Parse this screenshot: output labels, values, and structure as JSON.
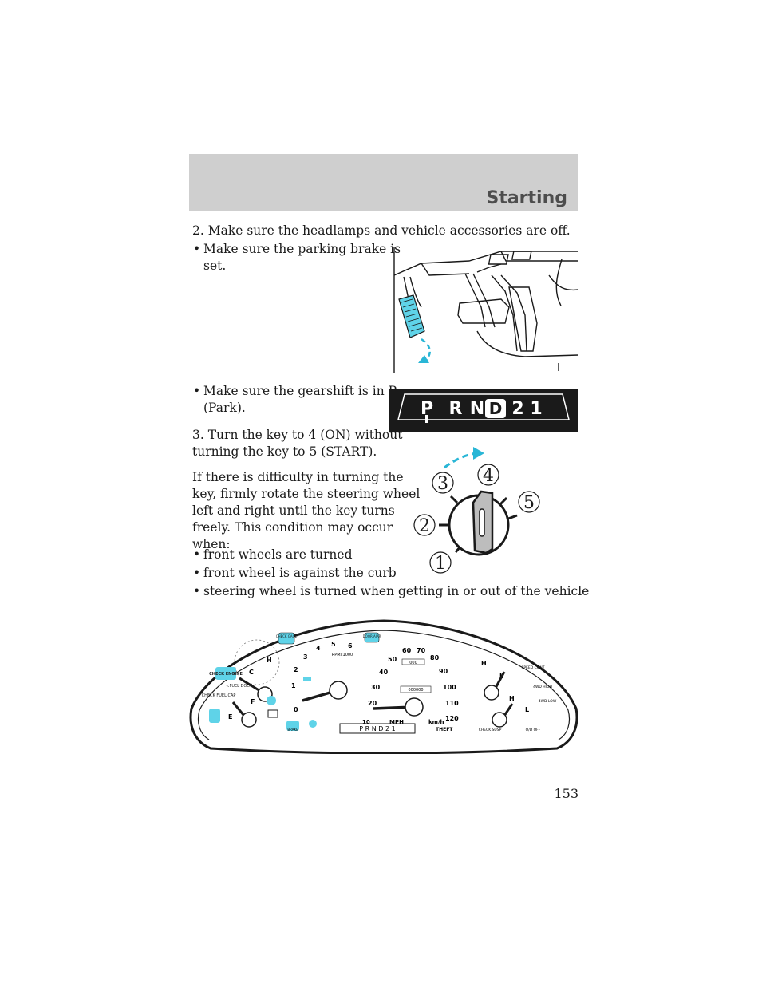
{
  "header": {
    "section_title": "Starting"
  },
  "steps": {
    "step2": "2. Make sure the headlamps and vehicle accessories are off.",
    "bullet_brake_l1": "Make sure the parking brake is",
    "bullet_brake_l2": "set.",
    "bullet_gear_l1": "Make sure the gearshift is in P",
    "bullet_gear_l2": "(Park).",
    "step3_l1": "3. Turn the key to 4 (ON) without",
    "step3_l2": "turning the key to 5 (START).",
    "difficulty_l1": "If there is difficulty in turning the",
    "difficulty_l2": "key, firmly rotate the steering wheel",
    "difficulty_l3": "left and right until the key turns",
    "difficulty_l4": "freely. This condition may occur",
    "difficulty_l5": "when:",
    "cond1": "front wheels are turned",
    "cond2": "front wheel is against the curb",
    "cond3": "steering wheel is turned when getting in or out of the vehicle"
  },
  "gear_indicator": {
    "p": "P",
    "r": "R",
    "n": "N",
    "d": "D",
    "two": "2",
    "one": "1"
  },
  "ignition": {
    "pos1": "1",
    "pos2": "2",
    "pos3": "3",
    "pos4": "4",
    "pos5": "5"
  },
  "cluster": {
    "check_gage": "CHECK GAGE",
    "door_ajar": "DOOR AJAR",
    "check_engine": "CHECK ENGINE",
    "check_fuel_cap": "CHECK FUEL CAP",
    "fuel_door": "<FUEL DOOR",
    "rpm_label": "RPMx1000",
    "mph": "MPH",
    "kmh": "km/h",
    "theft": "THEFT",
    "brake": "BRAKE",
    "speed_cont": "SPEED CONT",
    "fourwd_high": "4WD HIGH",
    "fourwd_low": "4WD LOW",
    "check_susp": "CHECK SUSP",
    "od_off": "O/D OFF",
    "prnd": "P R N D 2 1",
    "odometer": "000000",
    "trip": "000",
    "temp_c": "C",
    "temp_h": "H",
    "fuel_e": "E",
    "fuel_f": "F",
    "oil_h": "H",
    "oil_l": "L",
    "volt_h": "H",
    "volt_l": "L",
    "rpm_ticks": [
      "0",
      "1",
      "2",
      "3",
      "4",
      "5",
      "6"
    ],
    "mph_ticks": [
      "10",
      "20",
      "30",
      "40",
      "50",
      "60",
      "70",
      "80",
      "90",
      "100",
      "110",
      "120"
    ]
  },
  "page_number": "153"
}
